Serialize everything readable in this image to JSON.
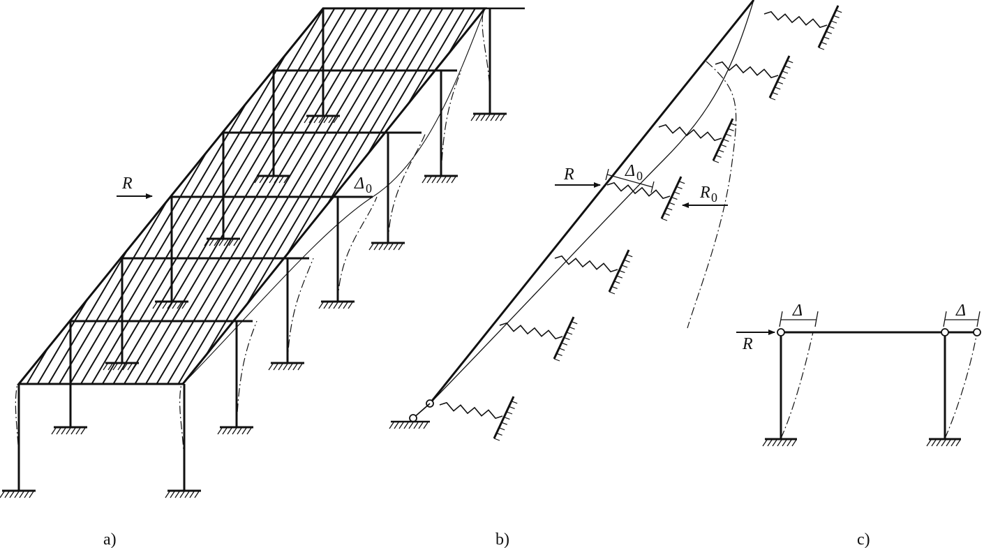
{
  "figure": {
    "captions": {
      "a": "a)",
      "b": "b)",
      "c": "c)"
    },
    "labels": {
      "force": "R",
      "reaction": "R",
      "reaction_sub": "0",
      "displacement": "Δ",
      "displacement_sub": "0",
      "drift": "Δ"
    },
    "colors": {
      "ink": "#111111",
      "background": "#ffffff"
    }
  }
}
